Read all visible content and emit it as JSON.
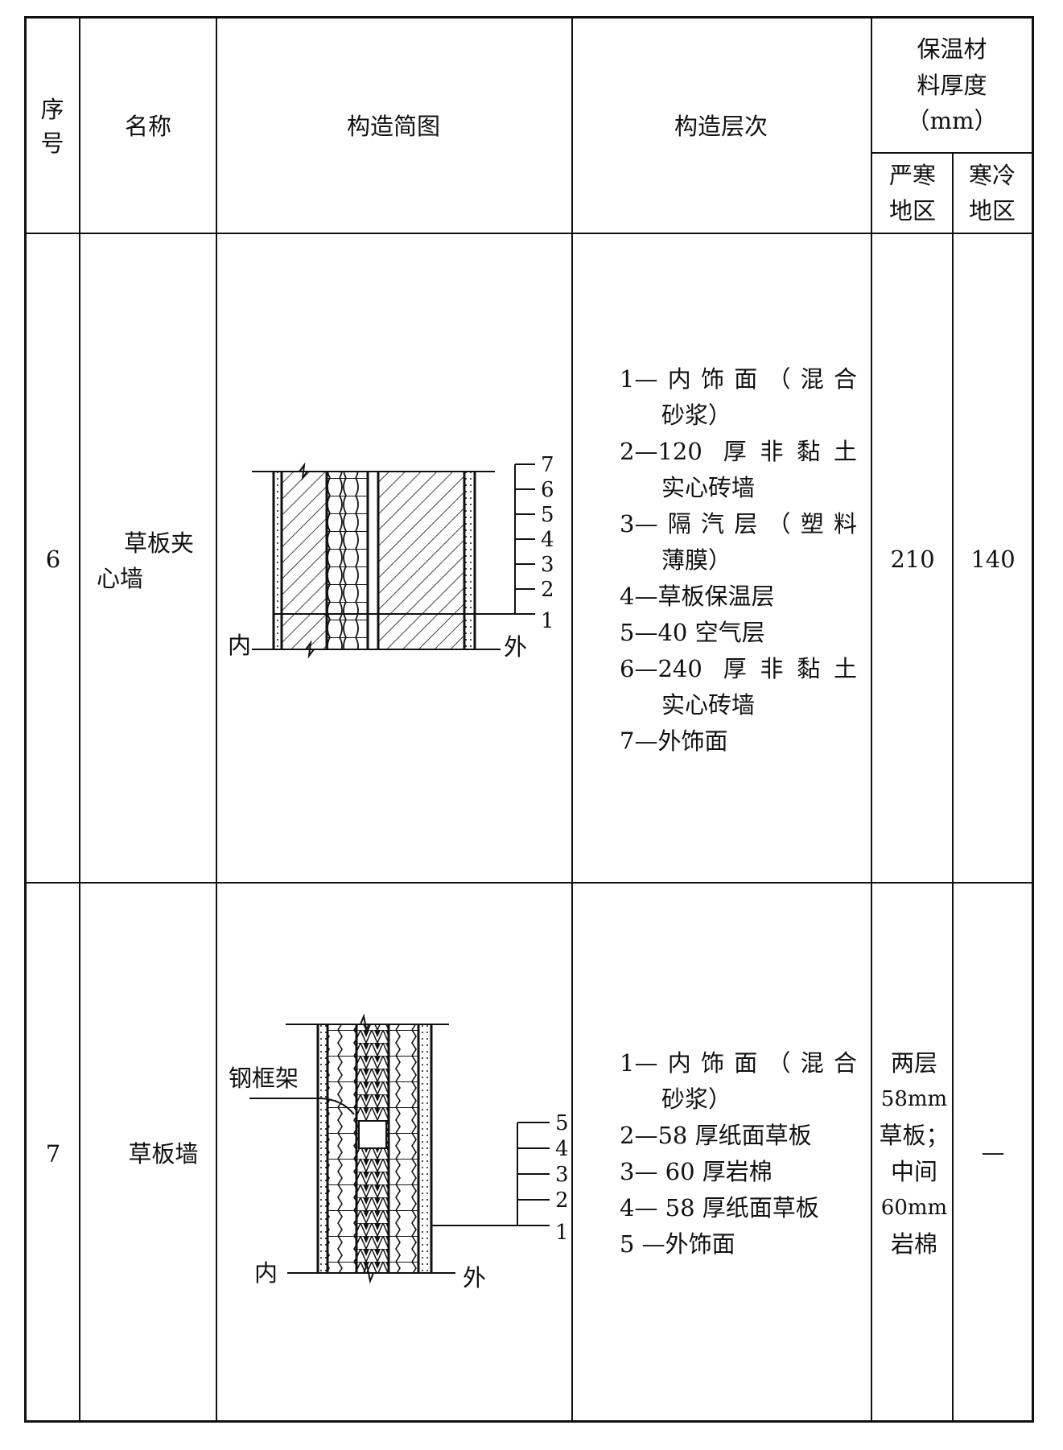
{
  "header": {
    "index": [
      "序",
      "号"
    ],
    "name": "名称",
    "diagram": "构造简图",
    "layers": "构造层次",
    "thickness": [
      "保温材",
      "料厚度",
      "（mm）"
    ],
    "severe_cold": [
      "严寒",
      "地区"
    ],
    "cold": [
      "寒冷",
      "地区"
    ]
  },
  "rows": [
    {
      "index": "6",
      "name": [
        "草板夹",
        "心墙"
      ],
      "diagram": {
        "inner": "内",
        "outer": "外",
        "labels": [
          "7",
          "6",
          "5",
          "4",
          "3",
          "2",
          "1"
        ]
      },
      "layers": [
        {
          "lines": [
            "1—内饰面（混合",
            "砂浆）"
          ]
        },
        {
          "lines": [
            "2—120 厚非黏土",
            "实心砖墙"
          ]
        },
        {
          "lines": [
            "3—隔汽层（塑料",
            "薄膜）"
          ]
        },
        {
          "lines": [
            "4—草板保温层"
          ]
        },
        {
          "lines": [
            "5—40 空气层"
          ]
        },
        {
          "lines": [
            "6—240 厚非黏土",
            "实心砖墙"
          ]
        },
        {
          "lines": [
            "7—外饰面"
          ]
        }
      ],
      "severe_cold": [
        "210"
      ],
      "cold": "140"
    },
    {
      "index": "7",
      "name": [
        "草板墙"
      ],
      "diagram": {
        "inner": "内",
        "outer": "外",
        "frame": "钢框架",
        "labels": [
          "5",
          "4",
          "3",
          "2",
          "1"
        ]
      },
      "layers": [
        {
          "lines": [
            "1—内饰面（混合",
            "砂浆）"
          ]
        },
        {
          "lines": [
            "2—58 厚纸面草板"
          ]
        },
        {
          "lines": [
            "3— 60 厚岩棉"
          ]
        },
        {
          "lines": [
            "4— 58 厚纸面草板"
          ]
        },
        {
          "lines": [
            "5 —外饰面"
          ]
        }
      ],
      "severe_cold": [
        "两层",
        "58mm",
        "草板；",
        "中间",
        "60mm",
        "岩棉"
      ],
      "cold": "—"
    }
  ]
}
